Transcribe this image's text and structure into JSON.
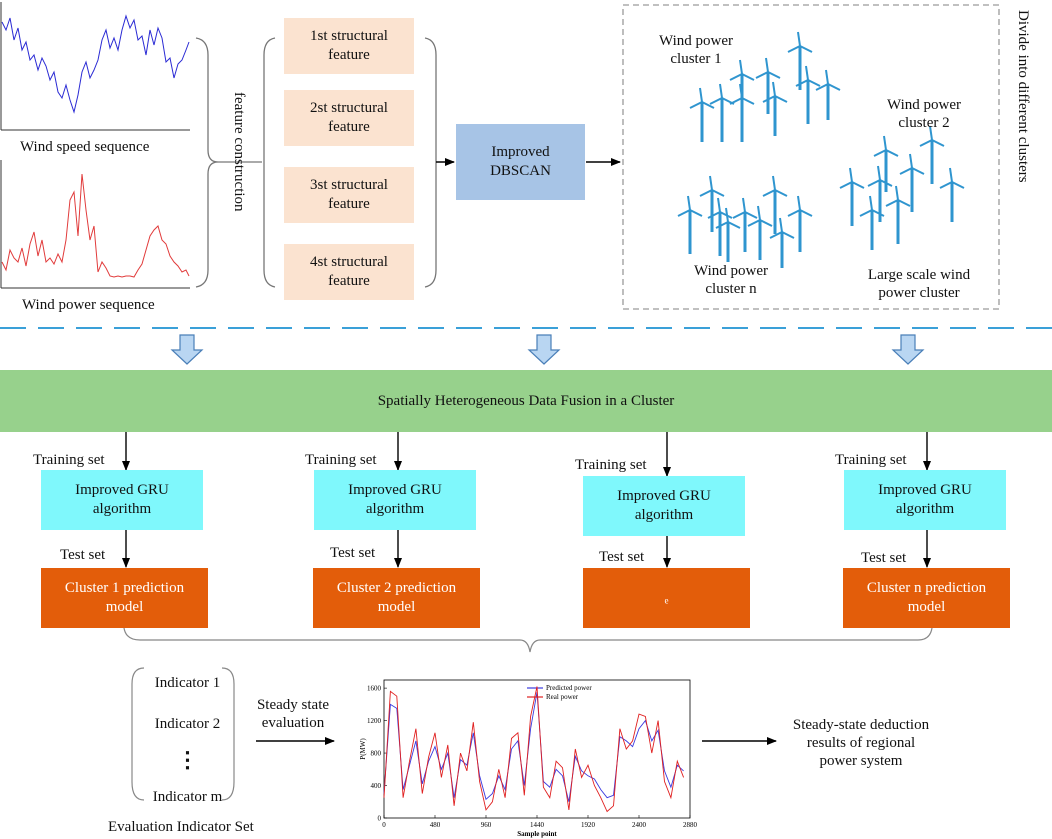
{
  "inputs": {
    "wind_speed_label": "Wind speed sequence",
    "wind_power_label": "Wind power sequence",
    "feature_construction_label": "feature construction"
  },
  "features": [
    {
      "line1": "1st structural",
      "line2": "feature"
    },
    {
      "line1": "2st structural",
      "line2": "feature"
    },
    {
      "line1": "3st structural",
      "line2": "feature"
    },
    {
      "line1": "4st structural",
      "line2": "feature"
    }
  ],
  "dbscan": {
    "line1": "Improved",
    "line2": "DBSCAN"
  },
  "clusters": {
    "c1": {
      "line1": "Wind power",
      "line2": "cluster 1"
    },
    "c2": {
      "line1": "Wind power",
      "line2": "cluster 2"
    },
    "cn": {
      "line1": "Wind power",
      "line2": "cluster n"
    },
    "large": {
      "line1": "Large scale wind",
      "line2": "power cluster"
    },
    "side_label": "Divide into different clusters"
  },
  "fusion_label": "Spatially Heterogeneous Data Fusion in a Cluster",
  "colors": {
    "fusion_bar": "#97d18c",
    "feature_box": "#fbe3d0",
    "dbscan_box": "#a7c4e6",
    "gru_box": "#7ff8fc",
    "model_box": "#e35d0a",
    "turbine": "#2f95cf",
    "dash_line": "#3aa0d8",
    "wind_speed_line": "#2a2ad4",
    "wind_power_line": "#e13b3b"
  },
  "columns": [
    {
      "training": "Training set",
      "gru_line1": "Improved GRU",
      "gru_line2": "algorithm",
      "test": "Test set",
      "model_line1": "Cluster 1 prediction",
      "model_line2": "model"
    },
    {
      "training": "Training set",
      "gru_line1": "Improved GRU",
      "gru_line2": "algorithm",
      "test": "Test set",
      "model_line1": "Cluster 2 prediction",
      "model_line2": "model"
    },
    {
      "training": "Training set",
      "gru_line1": "Improved GRU",
      "gru_line2": "algorithm",
      "test": "Test set",
      "model_line1": "ₑ",
      "model_line2": ""
    },
    {
      "training": "Training set",
      "gru_line1": "Improved GRU",
      "gru_line2": "algorithm",
      "test": "Test set",
      "model_line1": "Cluster n prediction",
      "model_line2": "model"
    }
  ],
  "indicators": {
    "items": [
      "Indicator 1",
      "Indicator 2",
      "⋮",
      "Indicator m"
    ],
    "set_label": "Evaluation Indicator Set",
    "steady_line1": "Steady state",
    "steady_line2": "evaluation"
  },
  "result": {
    "line1": "Steady-state deduction",
    "line2": "results of regional",
    "line3": "power system"
  },
  "chart_data": {
    "type": "line",
    "xlabel": "Sample point",
    "ylabel": "P(MW)",
    "xlim": [
      0,
      2880
    ],
    "ylim": [
      0,
      1700
    ],
    "xticks": [
      0,
      480,
      960,
      1440,
      1920,
      2400,
      2880
    ],
    "yticks": [
      0,
      400,
      800,
      1200,
      1600
    ],
    "legend_position": "top",
    "x": [
      0,
      60,
      120,
      180,
      240,
      300,
      360,
      420,
      480,
      540,
      600,
      660,
      720,
      780,
      840,
      900,
      960,
      1020,
      1080,
      1140,
      1200,
      1260,
      1320,
      1380,
      1440,
      1500,
      1560,
      1620,
      1680,
      1740,
      1800,
      1860,
      1920,
      1980,
      2040,
      2100,
      2160,
      2220,
      2280,
      2340,
      2400,
      2460,
      2520,
      2580,
      2640,
      2700,
      2760,
      2820
    ],
    "series": [
      {
        "name": "Predicted power",
        "color": "#3a3ae0",
        "values": [
          300,
          1400,
          1350,
          350,
          650,
          950,
          420,
          700,
          880,
          600,
          800,
          250,
          720,
          650,
          1050,
          520,
          230,
          300,
          520,
          350,
          850,
          950,
          400,
          1100,
          1550,
          450,
          380,
          600,
          520,
          200,
          760,
          580,
          520,
          480,
          350,
          250,
          280,
          1000,
          950,
          880,
          1100,
          1200,
          950,
          1080,
          580,
          380,
          650,
          580
        ]
      },
      {
        "name": "Real power",
        "color": "#e02020",
        "values": [
          250,
          1560,
          1500,
          250,
          700,
          1100,
          300,
          750,
          1050,
          500,
          900,
          150,
          800,
          580,
          1180,
          450,
          100,
          200,
          600,
          250,
          980,
          1050,
          280,
          1250,
          1620,
          380,
          250,
          700,
          620,
          100,
          850,
          500,
          650,
          400,
          250,
          80,
          150,
          1100,
          850,
          950,
          1280,
          1250,
          800,
          1200,
          450,
          250,
          700,
          500
        ]
      }
    ]
  }
}
